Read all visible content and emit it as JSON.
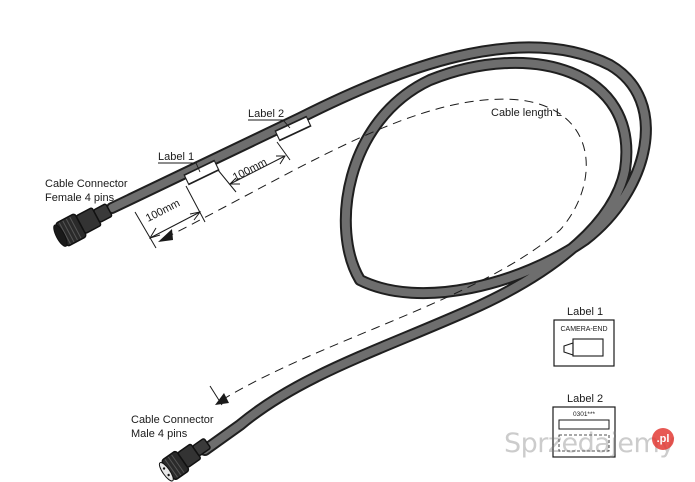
{
  "connector_female": {
    "line1": "Cable Connector",
    "line2": "Female 4 pins"
  },
  "connector_male": {
    "line1": "Cable Connector",
    "line2": "Male 4 pins"
  },
  "label1": "Label 1",
  "label2": "Label 2",
  "dim1": "100mm",
  "dim2": "100mm",
  "cable_length": "Cable length L",
  "legend1": {
    "title": "Label 1",
    "text": "CAMERA-END"
  },
  "legend2": {
    "title": "Label 2",
    "text": "0301***"
  },
  "watermark": {
    "text": "Sprzedajemy",
    "badge": ".pl"
  }
}
